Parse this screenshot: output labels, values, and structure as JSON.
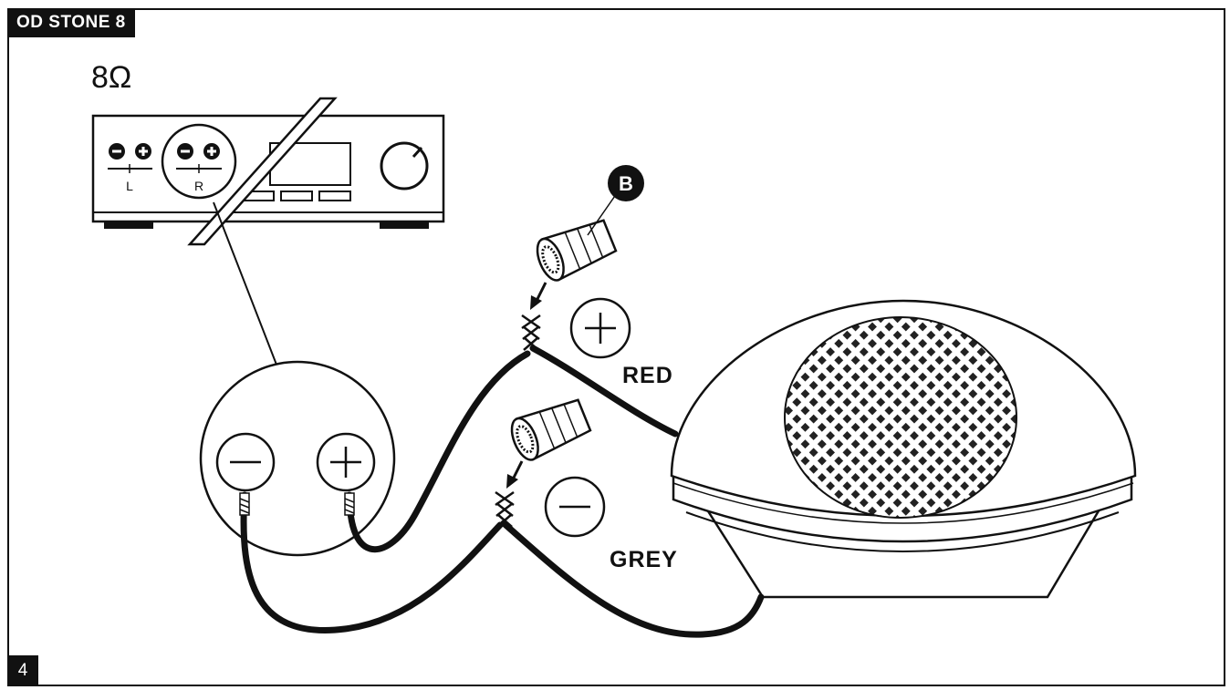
{
  "header": {
    "model_tag": "OD STONE 8"
  },
  "footer": {
    "page_number": "4"
  },
  "labels": {
    "impedance": "8Ω",
    "red_wire": "RED",
    "grey_wire": "GREY",
    "callout_b": "B",
    "amp_left_channel": "L",
    "amp_right_channel": "R"
  },
  "colors": {
    "ink": "#111111",
    "paper": "#ffffff",
    "grille_dot": "#222222"
  }
}
